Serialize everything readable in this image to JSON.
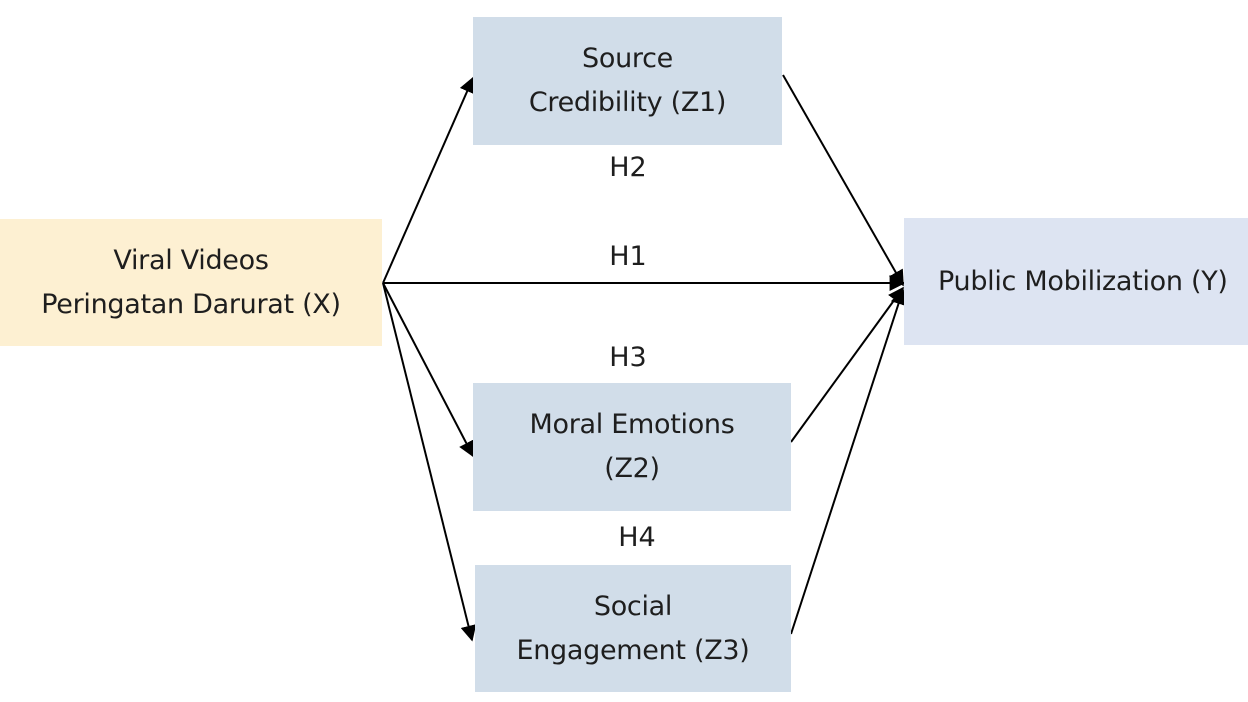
{
  "diagram": {
    "type": "conceptual-framework",
    "nodes": {
      "x": {
        "lines": [
          "Viral Videos",
          "Peringatan Darurat (X)"
        ],
        "color": "#fdf0d2"
      },
      "z1": {
        "lines": [
          "Source",
          "Credibility (Z1)"
        ],
        "color": "#d1dde9"
      },
      "z2": {
        "lines": [
          "Moral Emotions",
          "(Z2)"
        ],
        "color": "#d1dde9"
      },
      "z3": {
        "lines": [
          "Social",
          "Engagement (Z3)"
        ],
        "color": "#d1dde9"
      },
      "y": {
        "lines": [
          "Public Mobilization (Y)"
        ],
        "color": "#dde4f2"
      }
    },
    "hypotheses": {
      "h1": "H1",
      "h2": "H2",
      "h3": "H3",
      "h4": "H4"
    },
    "edges": [
      {
        "from": "x",
        "to": "z1",
        "arrow": true
      },
      {
        "from": "x",
        "to": "y",
        "arrow": true,
        "label": "H1"
      },
      {
        "from": "x",
        "to": "z2",
        "arrow": true
      },
      {
        "from": "x",
        "to": "z3",
        "arrow": true
      },
      {
        "from": "z1",
        "to": "y",
        "arrow": true
      },
      {
        "from": "z2",
        "to": "y",
        "arrow": true
      },
      {
        "from": "z3",
        "to": "y",
        "arrow": true
      }
    ],
    "line_color": "#000000"
  }
}
